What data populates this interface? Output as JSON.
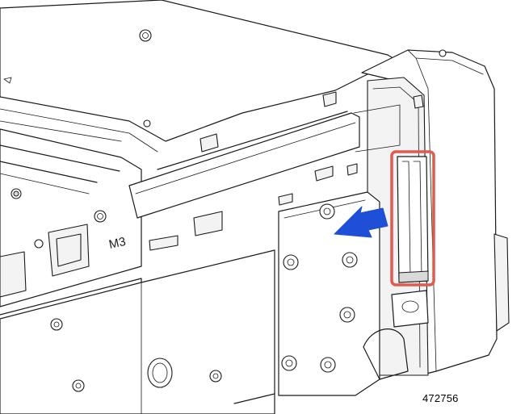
{
  "figure": {
    "figure_id": "472756",
    "chassis_marking": "M3",
    "colors": {
      "line": "#1a1a1a",
      "background": "#ffffff",
      "callout_box": "#e05a4f",
      "direction_arrow": "#1f4fd6"
    },
    "icons": {
      "direction_arrow": "arrow-left-icon",
      "callout": "highlight-box"
    }
  }
}
